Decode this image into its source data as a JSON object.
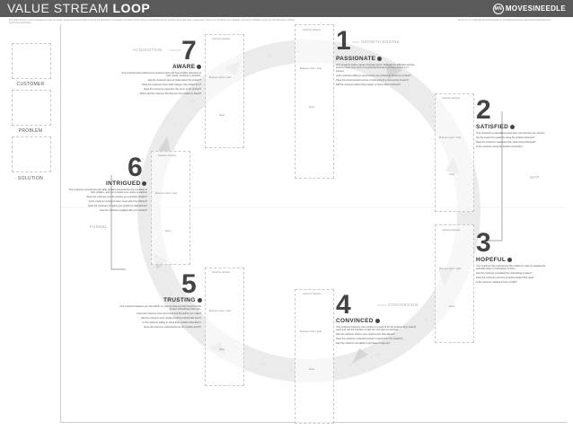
{
  "header": {
    "title_light": "VALUE STREAM ",
    "title_bold": "LOOP",
    "brand": "MOVESINEEDLE",
    "brand_mark": "MN",
    "subtitle_left": "The Value Stream Loop is designed to help you design great experiences that maximize the potential of customers by helping them choose your solution and to continue along the value stream loop, where they become more capable, resulting in satisfied customers and ultimately building passionate advocates.",
    "subtitle_right": "Version 1.0   © Copyright MoveTheNeedle.co. All Rights Reserved.   www.MoveTheNeedle.com"
  },
  "sidebar": {
    "labels": [
      "CUSTOMER",
      "PROBLEM",
      "SOLUTION"
    ]
  },
  "side_tags": {
    "acquisition": "ACQUISITION",
    "growth": "GROWTH ENGINE",
    "funnel": "FUNNEL",
    "conversion": "CONVERSION",
    "mvp": "MVP"
  },
  "stages": [
    {
      "num": "1",
      "name": "PASSIONATE",
      "icon": "heart-icon",
      "desc": "Your customer feels a sense of loyalty and is 'show-off' the affiliation with the brand to show how much of a personal accessory or how a brand is of interest.",
      "notes": [
        "Is the customer willing to recommend your product or service to a friend?",
        "Does the customer feel a sense of belonging to a community of users?",
        "Will the customer defend the product or brand when criticized?"
      ]
    },
    {
      "num": "2",
      "name": "SATISFIED",
      "icon": "thumbs-up-icon",
      "desc": "Your customer's expectations have been met and they are content.",
      "notes": [
        "Are the customer's goals for using the product achieved?",
        "Does the customer understand the value being delivered?",
        "Is the customer using the product frequently?"
      ]
    },
    {
      "num": "3",
      "name": "HOPEFUL",
      "icon": "leaf-icon",
      "desc": "Your customer has experienced the product in order to evaluate the potential value it could deliver to them.",
      "notes": [
        "Has the customer completed the onboarding process?",
        "Does the customer perceive progress toward their goal?",
        "Is the customer starting to form a habit?"
      ]
    },
    {
      "num": "4",
      "name": "CONVINCED",
      "icon": "glasses-icon",
      "desc": "Your customer believes your product is a good fit for the problem they need to solve and has the intention to take the next step to purchase.",
      "notes": [
        "Has the customer chosen your product over alternatives?",
        "Does the customer understand what to expect from the product?",
        "Has the customer completed a purchase or sign-up?"
      ]
    },
    {
      "num": "5",
      "name": "TRUSTING",
      "icon": "handshake-icon",
      "desc": "Your customer believes you can deliver on your promise and has found that the product will address their pain.",
      "notes": [
        "Does the customer trust your brand and the claims you make?",
        "Has the customer seen social proof from others like them?",
        "Is the customer willing to share their contact information?",
        "Does the customer understand how the product works?"
      ]
    },
    {
      "num": "6",
      "name": "INTRIGUED",
      "icon": "info-icon",
      "desc": "Your customer experiences pain after problem and searches for a solution to their problem, and your product is an option to explore.",
      "notes": [
        "Does the customer see the product as a possible solution?",
        "Is the customer curious to learn more about the offering?",
        "Does the customer compare your product to alternatives?",
        "Has the customer engaged with your content?"
      ]
    },
    {
      "num": "7",
      "name": "AWARE",
      "icon": "cursor-icon",
      "desc": "Your customer has realized your product exists and has possible relevance to their needs, solutions or situation.",
      "notes": [
        "Has the customer seen or heard about the product?",
        "Does the customer know what category the product is in?",
        "Does the customer remember the name of the product?",
        "Where did the customer first discover the product or brand?"
      ]
    }
  ],
  "box_labels": {
    "customer_behavior": "Customer behavior",
    "business_metric": "Business metric / Goal",
    "ideas": "Ideas"
  }
}
